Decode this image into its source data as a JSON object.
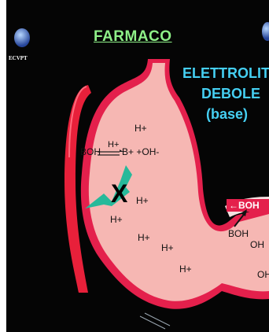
{
  "title": "FARMACO",
  "label": {
    "line1": "ELETTROLITA",
    "line2": "DEBOLE",
    "line3": "(base)"
  },
  "logo_text": "ECVPT",
  "chemistry": {
    "h_plus": "H+",
    "equation_left": "BOH",
    "equation_arrow_h": "H+",
    "equation_right": "B+ +OH-",
    "blocked": "X",
    "boh_arrow_label": "BOH",
    "boh": "BOH",
    "oh": "OH",
    "oh2": "OH"
  },
  "colors": {
    "background": "#050505",
    "stomach_fill": "#f6b7b3",
    "stomach_wall": "#e4204c",
    "vessel": "#e8203a",
    "arrow": "#27b99a",
    "title": "#8ff088",
    "label": "#45cff2"
  }
}
